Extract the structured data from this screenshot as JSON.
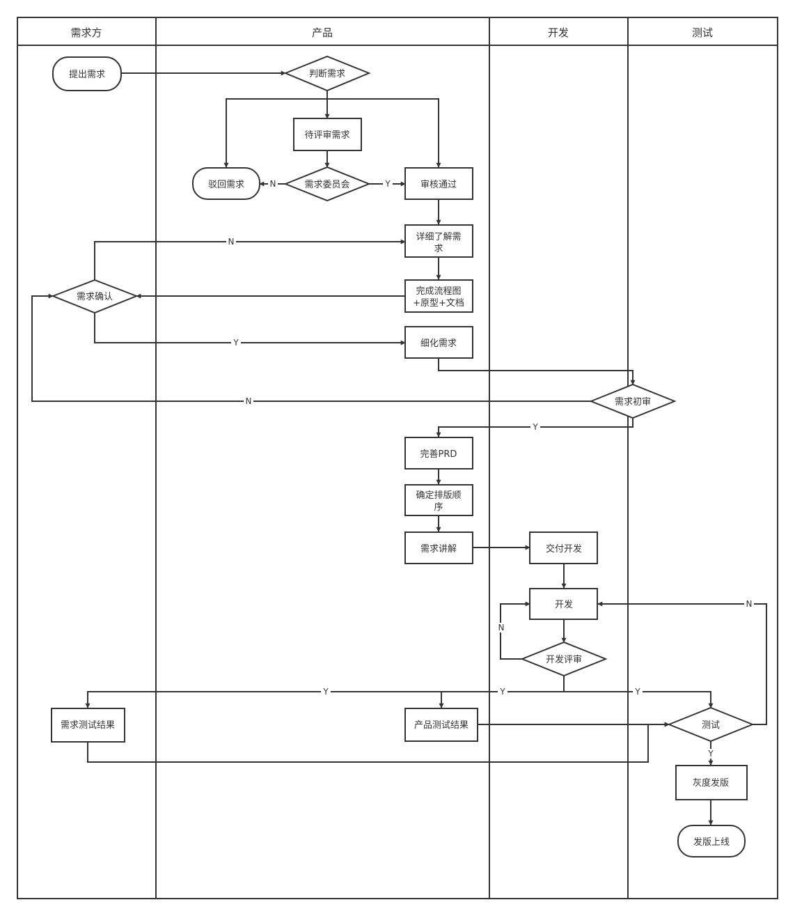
{
  "lanes": [
    "需求方",
    "产品",
    "开发",
    "测试"
  ],
  "nodes": {
    "submit": "提出需求",
    "judge": "判断需求",
    "pending": "待评审需求",
    "committee": "需求委员会",
    "reject": "驳回需求",
    "approved": "审核通过",
    "learn_1": "详细了解需",
    "learn_2": "求",
    "complete_1": "完成流程图",
    "complete_2": "+原型+文档",
    "confirm": "需求确认",
    "refine": "细化需求",
    "initial": "需求初审",
    "prd": "完善PRD",
    "order_1": "确定排版顺",
    "order_2": "序",
    "explain": "需求讲解",
    "handoff": "交付开发",
    "develop": "开发",
    "dev_review": "开发评审",
    "req_result": "需求测试结果",
    "prod_result": "产品测试结果",
    "test": "测试",
    "gray": "灰度发版",
    "release": "发版上线"
  },
  "edge_labels": {
    "yes": "Y",
    "no": "N"
  },
  "colors": {
    "stroke": "#333333",
    "fill": "#ffffff",
    "text": "#333333"
  }
}
